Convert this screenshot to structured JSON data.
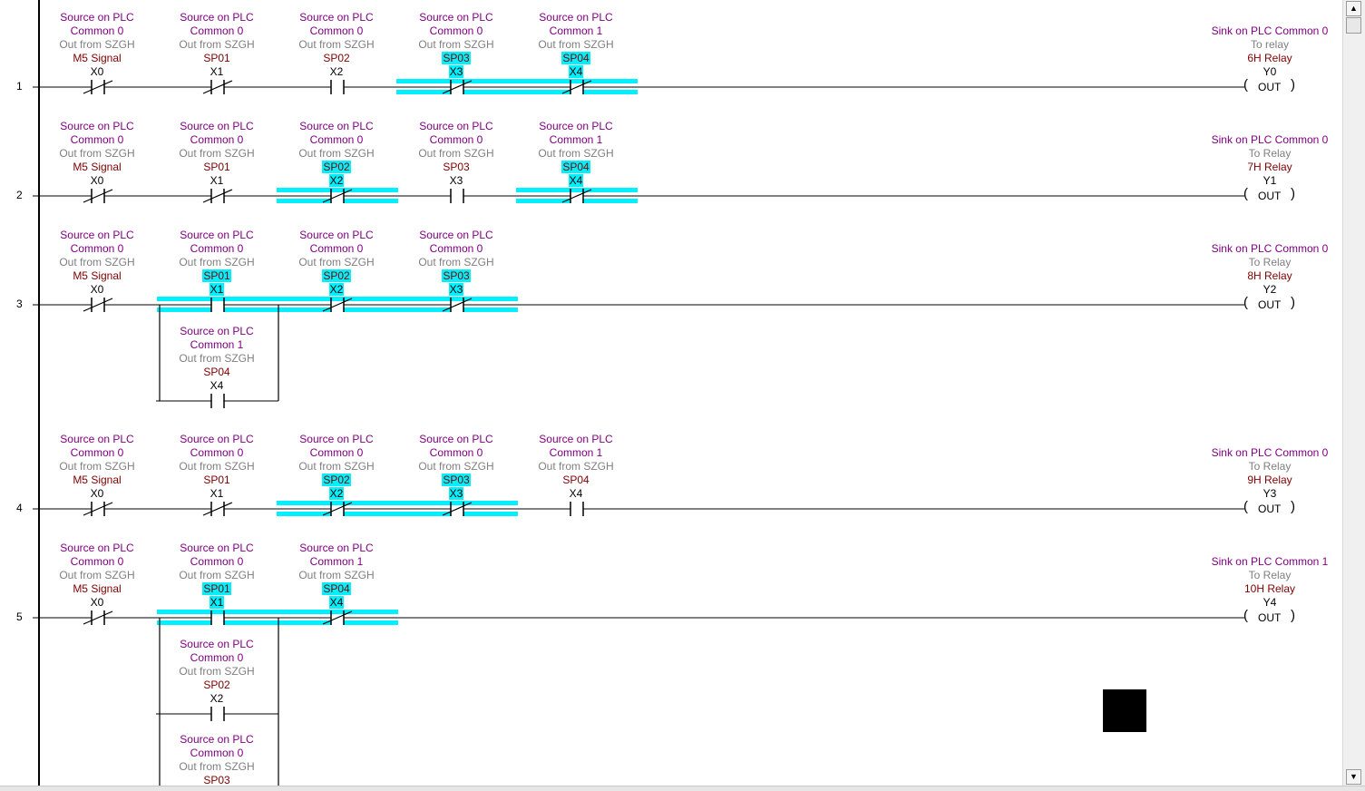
{
  "view": "ladder-diagram",
  "colors": {
    "highlight": "#00f0ff",
    "line1": "#800080",
    "line2": "#808080",
    "line3": "#800000",
    "rail": "#000000"
  },
  "rungs": [
    {
      "number": "1",
      "contacts": [
        {
          "col": 0,
          "type": "nc",
          "lines": [
            "Source on PLC",
            "Common 0",
            "Out from SZGH",
            "M5 Signal"
          ],
          "address": "X0",
          "hl": false
        },
        {
          "col": 1,
          "type": "nc",
          "lines": [
            "Source on PLC",
            "Common 0",
            "Out from SZGH",
            "SP01"
          ],
          "address": "X1",
          "hl": false
        },
        {
          "col": 2,
          "type": "no",
          "lines": [
            "Source on PLC",
            "Common 0",
            "Out from SZGH",
            "SP02"
          ],
          "address": "X2",
          "hl": false
        },
        {
          "col": 3,
          "type": "nc",
          "lines": [
            "Source on PLC",
            "Common 0",
            "Out from SZGH",
            "SP03"
          ],
          "address": "X3",
          "hl": true
        },
        {
          "col": 4,
          "type": "nc",
          "lines": [
            "Source on PLC",
            "Common 1",
            "Out from SZGH",
            "SP04"
          ],
          "address": "X4",
          "hl": true
        }
      ],
      "branch": [],
      "coil": {
        "lines": [
          "Sink on PLC Common 0",
          "To relay",
          "6H Relay"
        ],
        "address": "Y0",
        "label": "OUT"
      }
    },
    {
      "number": "2",
      "contacts": [
        {
          "col": 0,
          "type": "nc",
          "lines": [
            "Source on PLC",
            "Common 0",
            "Out from SZGH",
            "M5 Signal"
          ],
          "address": "X0",
          "hl": false
        },
        {
          "col": 1,
          "type": "nc",
          "lines": [
            "Source on PLC",
            "Common 0",
            "Out from SZGH",
            "SP01"
          ],
          "address": "X1",
          "hl": false
        },
        {
          "col": 2,
          "type": "nc",
          "lines": [
            "Source on PLC",
            "Common 0",
            "Out from SZGH",
            "SP02"
          ],
          "address": "X2",
          "hl": true
        },
        {
          "col": 3,
          "type": "no",
          "lines": [
            "Source on PLC",
            "Common 0",
            "Out from SZGH",
            "SP03"
          ],
          "address": "X3",
          "hl": false
        },
        {
          "col": 4,
          "type": "nc",
          "lines": [
            "Source on PLC",
            "Common 1",
            "Out from SZGH",
            "SP04"
          ],
          "address": "X4",
          "hl": true
        }
      ],
      "branch": [],
      "coil": {
        "lines": [
          "Sink on PLC Common 0",
          "To Relay",
          "7H Relay"
        ],
        "address": "Y1",
        "label": "OUT"
      }
    },
    {
      "number": "3",
      "contacts": [
        {
          "col": 0,
          "type": "nc",
          "lines": [
            "Source on PLC",
            "Common 0",
            "Out from SZGH",
            "M5 Signal"
          ],
          "address": "X0",
          "hl": false
        },
        {
          "col": 1,
          "type": "no",
          "lines": [
            "Source on PLC",
            "Common 0",
            "Out from SZGH",
            "SP01"
          ],
          "address": "X1",
          "hl": true
        },
        {
          "col": 2,
          "type": "nc",
          "lines": [
            "Source on PLC",
            "Common 0",
            "Out from SZGH",
            "SP02"
          ],
          "address": "X2",
          "hl": true
        },
        {
          "col": 3,
          "type": "nc",
          "lines": [
            "Source on PLC",
            "Common 0",
            "Out from SZGH",
            "SP03"
          ],
          "address": "X3",
          "hl": true
        }
      ],
      "branch": [
        {
          "col": 1,
          "type": "no",
          "lines": [
            "Source on PLC",
            "Common 1",
            "Out from SZGH",
            "SP04"
          ],
          "address": "X4",
          "hl": false
        }
      ],
      "coil": {
        "lines": [
          "Sink on PLC Common 0",
          "To Relay",
          "8H Relay"
        ],
        "address": "Y2",
        "label": "OUT"
      }
    },
    {
      "number": "4",
      "contacts": [
        {
          "col": 0,
          "type": "nc",
          "lines": [
            "Source on PLC",
            "Common 0",
            "Out from SZGH",
            "M5 Signal"
          ],
          "address": "X0",
          "hl": false
        },
        {
          "col": 1,
          "type": "nc",
          "lines": [
            "Source on PLC",
            "Common 0",
            "Out from SZGH",
            "SP01"
          ],
          "address": "X1",
          "hl": false
        },
        {
          "col": 2,
          "type": "nc",
          "lines": [
            "Source on PLC",
            "Common 0",
            "Out from SZGH",
            "SP02"
          ],
          "address": "X2",
          "hl": true
        },
        {
          "col": 3,
          "type": "nc",
          "lines": [
            "Source on PLC",
            "Common 0",
            "Out from SZGH",
            "SP03"
          ],
          "address": "X3",
          "hl": true
        },
        {
          "col": 4,
          "type": "no",
          "lines": [
            "Source on PLC",
            "Common 1",
            "Out from SZGH",
            "SP04"
          ],
          "address": "X4",
          "hl": false
        }
      ],
      "branch": [],
      "coil": {
        "lines": [
          "Sink on PLC Common 0",
          "To Relay",
          "9H Relay"
        ],
        "address": "Y3",
        "label": "OUT"
      }
    },
    {
      "number": "5",
      "contacts": [
        {
          "col": 0,
          "type": "nc",
          "lines": [
            "Source on PLC",
            "Common 0",
            "Out from SZGH",
            "M5 Signal"
          ],
          "address": "X0",
          "hl": false
        },
        {
          "col": 1,
          "type": "no",
          "lines": [
            "Source on PLC",
            "Common 0",
            "Out from SZGH",
            "SP01"
          ],
          "address": "X1",
          "hl": true
        },
        {
          "col": 2,
          "type": "nc",
          "lines": [
            "Source on PLC",
            "Common 1",
            "Out from SZGH",
            "SP04"
          ],
          "address": "X4",
          "hl": true
        }
      ],
      "branch": [
        {
          "col": 1,
          "type": "no",
          "lines": [
            "Source on PLC",
            "Common 0",
            "Out from SZGH",
            "SP02"
          ],
          "address": "X2",
          "hl": false
        },
        {
          "col": 1,
          "type": "none",
          "lines": [
            "Source on PLC",
            "Common 0",
            "Out from SZGH",
            "SP03"
          ],
          "address": "",
          "hl": false
        }
      ],
      "coil": {
        "lines": [
          "Sink on PLC Common 1",
          "To Relay",
          "10H Relay"
        ],
        "address": "Y4",
        "label": "OUT"
      }
    }
  ],
  "scrollbar": {
    "up": "▲",
    "down": "▼"
  }
}
